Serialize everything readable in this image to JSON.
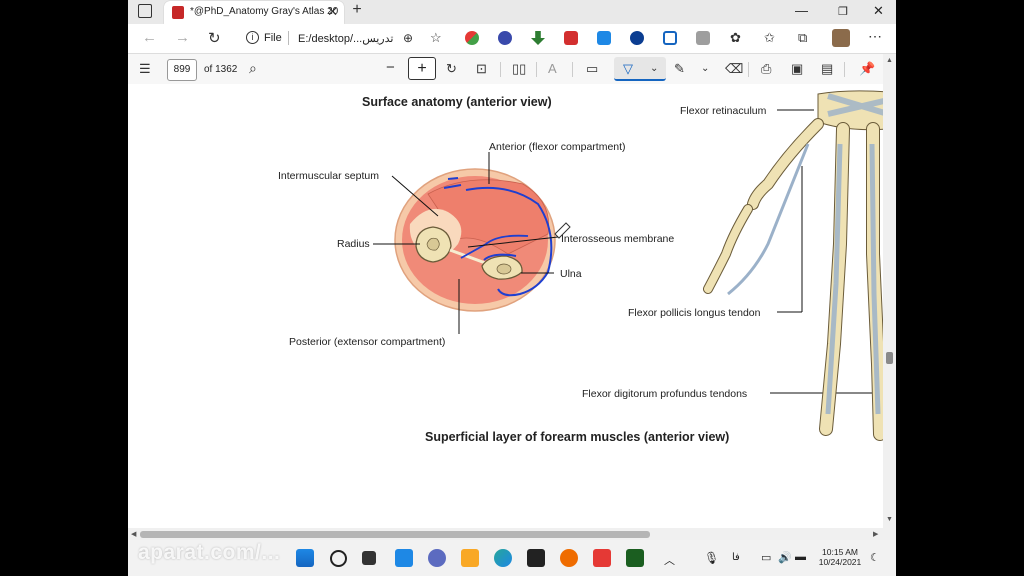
{
  "browser": {
    "tab_title": "*@PhD_Anatomy Gray's Atlas 20",
    "file_label": "File",
    "address": "E:/desktop/...تدریس"
  },
  "pdf_toolbar": {
    "page_number": "899",
    "page_of": "of 1362"
  },
  "document": {
    "title_top": "Surface anatomy (anterior view)",
    "title_bottom": "Superficial layer of forearm muscles (anterior view)",
    "labels": {
      "anterior": "Anterior (flexor compartment)",
      "intermuscular_septum": "Intermuscular septum",
      "radius": "Radius",
      "interosseous_membrane": "Interosseous membrane",
      "ulna": "Ulna",
      "posterior": "Posterior (extensor compartment)",
      "flexor_retinaculum": "Flexor retinaculum",
      "flexor_pollicis_longus": "Flexor pollicis longus tendon",
      "flexor_digitorum_profundus": "Flexor digitorum profundus tendons"
    }
  },
  "taskbar": {
    "language": "فا",
    "time": "10:15 AM",
    "date": "10/24/2021"
  },
  "watermark": "aparat.com/...",
  "colors": {
    "accent": "#1565c0",
    "muscle": "#f08a78",
    "fascia": "#f6c9a8",
    "bone": "#efe2b4",
    "ink_blue": "#1f3fd0"
  }
}
